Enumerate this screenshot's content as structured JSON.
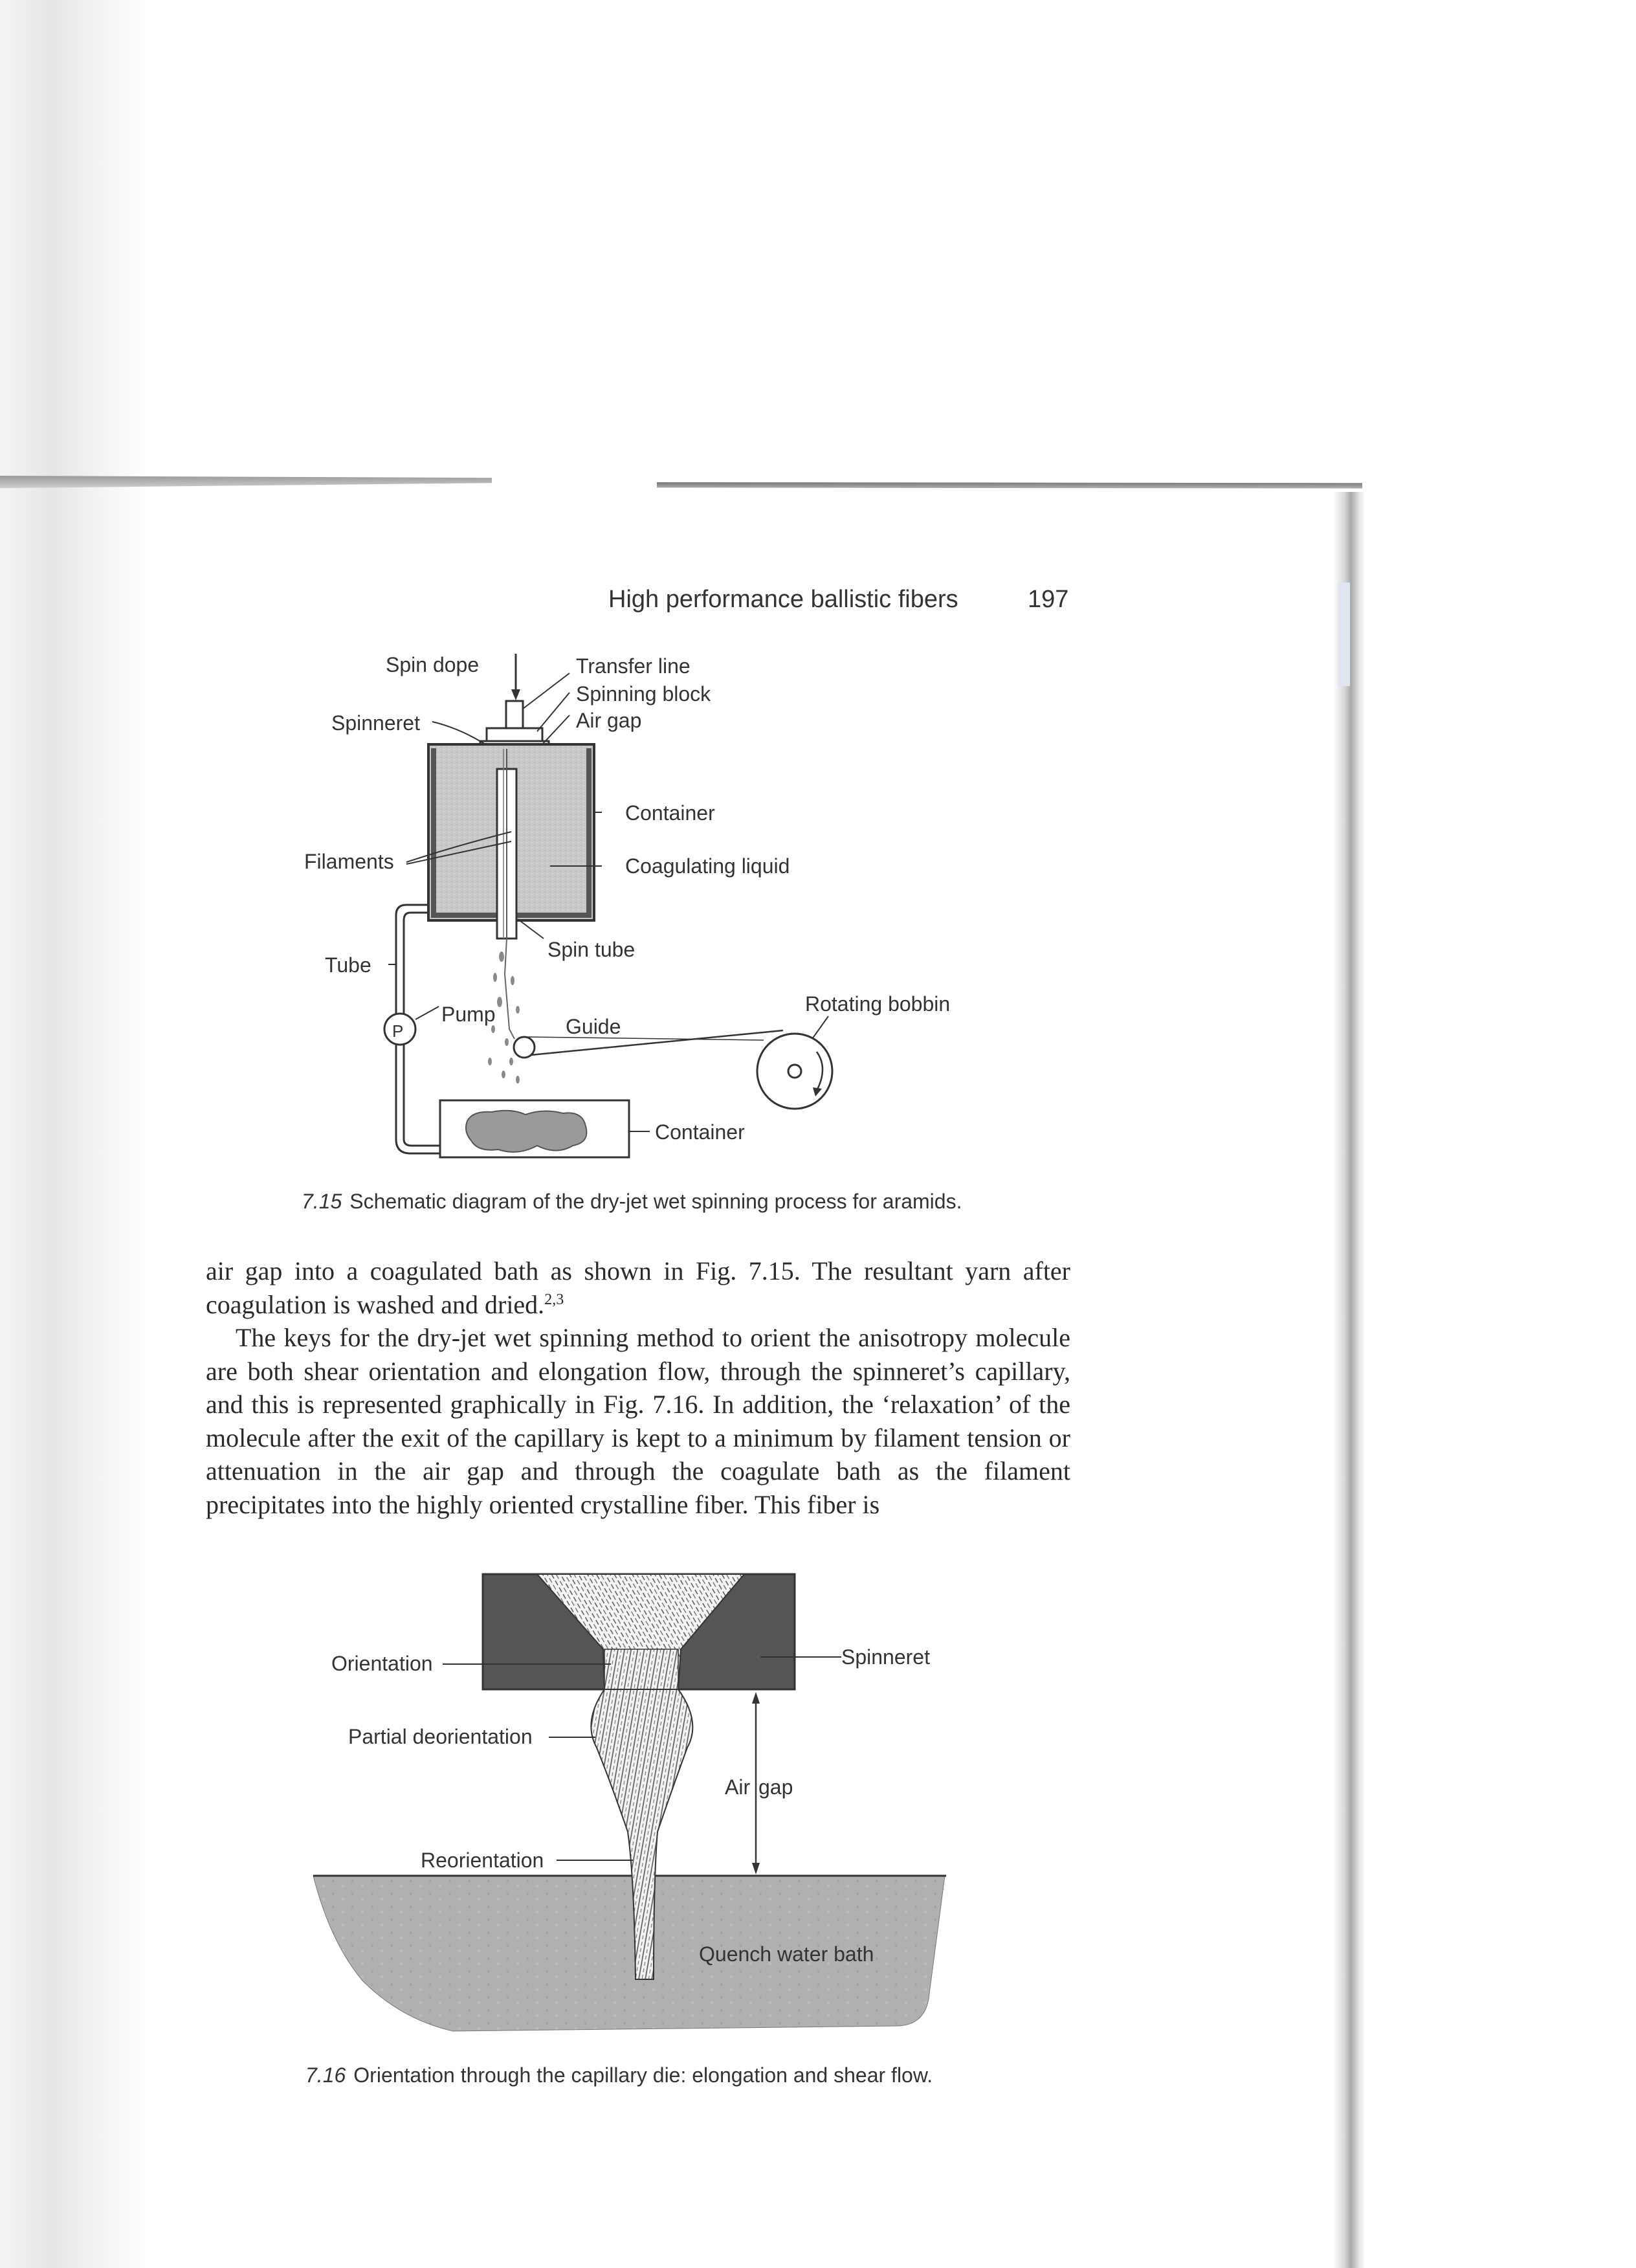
{
  "header": {
    "running_title": "High performance ballistic fibers",
    "page_number": "197"
  },
  "figure_715": {
    "labels": {
      "spin_dope": "Spin dope",
      "transfer_line": "Transfer line",
      "spinning_block": "Spinning block",
      "air_gap": "Air gap",
      "spinneret": "Spinneret",
      "container_top": "Container",
      "coagulating_liquid": "Coagulating liquid",
      "filaments": "Filaments",
      "spin_tube": "Spin tube",
      "tube": "Tube",
      "pump": "Pump",
      "pump_symbol": "P",
      "guide": "Guide",
      "rotating_bobbin": "Rotating bobbin",
      "container_bottom": "Container"
    },
    "caption_number": "7.15",
    "caption_text": "Schematic diagram of the dry-jet wet spinning process for aramids."
  },
  "body": {
    "line1": "air gap into a coagulated bath as shown in Fig. 7.15. The resultant yarn after coagulation is washed and dried.",
    "line1_refs": "2,3",
    "para2": "The keys for the dry-jet wet spinning method to orient the anisotropy molecule are both shear orientation and elongation flow, through the spinneret’s capillary, and this is represented graphically in Fig. 7.16. In addition, the ‘relaxation’ of the molecule after the exit of the capillary is kept to a minimum by filament tension or attenuation in the air gap and through the coagulate bath as the filament precipitates into the highly oriented crystalline fiber. This fiber is"
  },
  "figure_716": {
    "labels": {
      "orientation": "Orientation",
      "spinneret": "Spinneret",
      "partial_deorientation": "Partial deorientation",
      "air_gap_left": "Air",
      "air_gap_right": "gap",
      "reorientation": "Reorientation",
      "quench_water_bath": "Quench water bath"
    },
    "caption_number": "7.16",
    "caption_text": "Orientation through the capillary die: elongation and shear flow."
  }
}
